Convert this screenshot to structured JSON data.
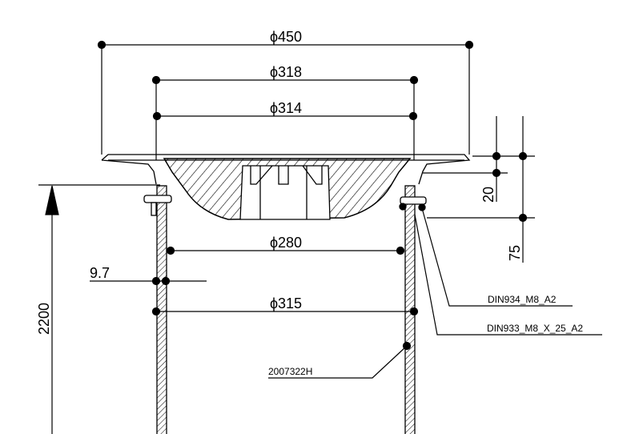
{
  "dimensions": {
    "d450": "ϕ450",
    "d318": "ϕ318",
    "d314": "ϕ314",
    "d280": "ϕ280",
    "d315": "ϕ315",
    "wall": "9.7",
    "height": "2200",
    "flange": "20",
    "offset": "75"
  },
  "callouts": {
    "nut": "DIN934_M8_A2",
    "bolt": "DIN933_M8_X_25_A2",
    "pipe": "2007322H"
  }
}
